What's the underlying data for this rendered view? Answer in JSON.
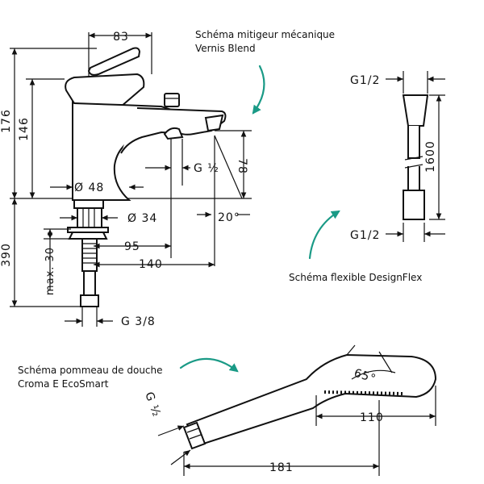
{
  "captions": {
    "mixer": [
      "Schéma mitigeur mécanique",
      "Vernis Blend"
    ],
    "hose": "Schéma flexible DesignFlex",
    "handshower": [
      "Schéma pommeau de douche",
      "Croma E EcoSmart"
    ]
  },
  "mixer_dims": {
    "width_top": "83",
    "height_total": "176",
    "height_body": "146",
    "spout_height": "78",
    "angle": "20°",
    "thread_spout": "G ½",
    "diameter_base": "Ø 48",
    "diameter_shank": "Ø 34",
    "depth_below": "390",
    "max_thickness": "max. 30",
    "reach_95": "95",
    "reach_140": "140",
    "inlet_thread": "G 3/8"
  },
  "hose_dims": {
    "thread_top": "G1/2",
    "thread_bottom": "G1/2",
    "length": "1600"
  },
  "handshower_dims": {
    "angle": "65°",
    "head_diameter": "110",
    "length": "181",
    "thread": "G ½"
  },
  "colors": {
    "accent_arrow": "#1a9a86",
    "line": "#111111"
  }
}
